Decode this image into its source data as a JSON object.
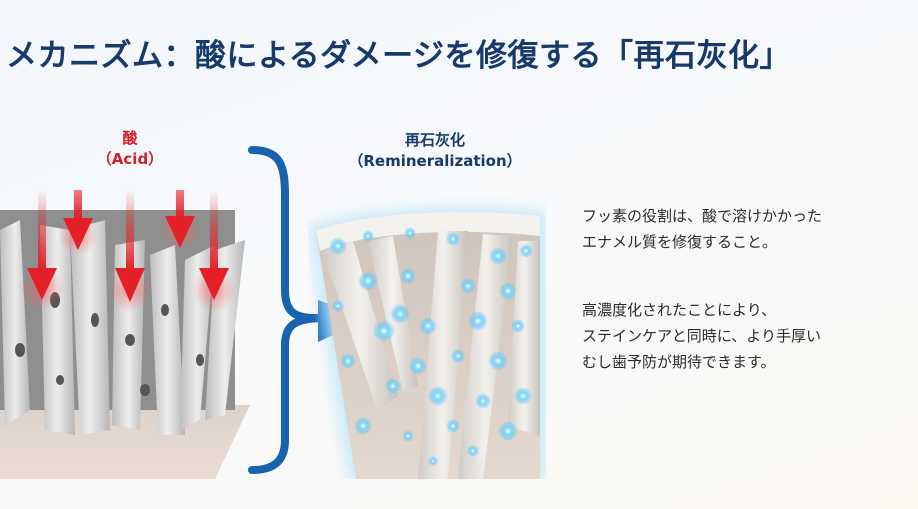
{
  "slide": {
    "title": "メカニズム：酸によるダメージを修復する「再石灰化」",
    "colors": {
      "title": "#173a6b",
      "acid_red": "#cf2027",
      "bracket_blue": "#1763ad",
      "ion_blue": "#5cc8f5",
      "body_text": "#2b2b2b"
    }
  },
  "diagram": {
    "acid": {
      "label_jp": "酸",
      "label_en": "（Acid）",
      "arrow_count": 5
    },
    "remineralization": {
      "label_jp": "再石灰化",
      "label_en": "（Remineralization）"
    },
    "transition_icon": "curly-bracket-arrow-icon"
  },
  "description": {
    "paragraphs": [
      {
        "lines": [
          "フッ素の役割は、酸で溶けかかった",
          "エナメル質を修復すること。"
        ]
      },
      {
        "lines": [
          "高濃度化されたことにより、",
          "ステインケアと同時に、より手厚い",
          "むし歯予防が期待できます。"
        ]
      }
    ]
  }
}
